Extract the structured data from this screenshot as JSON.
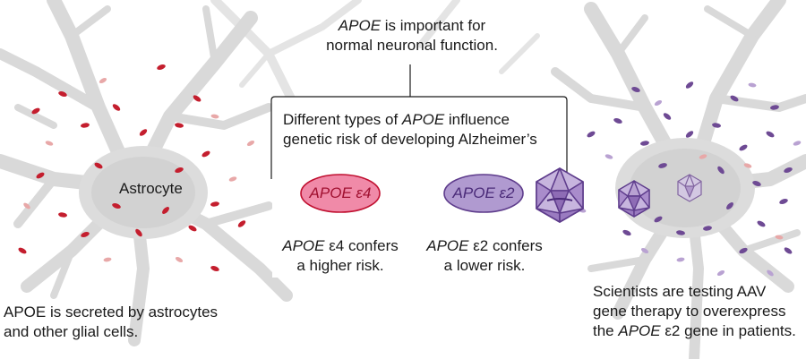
{
  "colors": {
    "red_dot": "#c41e2e",
    "pink_dot": "#e8a8a8",
    "purple_dot": "#6e4a94",
    "lavender_dot": "#b9a2d2",
    "cell_gray": "#d6d6d6",
    "e4_fill": "#f08aa8",
    "e4_stroke": "#c01030",
    "e4_text": "#a01030",
    "e2_fill": "#b09ad0",
    "e2_stroke": "#5e3c8c",
    "e2_text": "#4a2a78",
    "virus_stroke": "#5e3c8c"
  },
  "top_note": {
    "gene": "APOE",
    "line1_rest": " is important for",
    "line2": "normal neuronal function."
  },
  "box": {
    "line1_pre": "Different types of ",
    "gene": "APOE",
    "line1_post": " influence",
    "line2": "genetic risk of developing Alzheimer’s"
  },
  "astrocyte_label": "Astrocyte",
  "e4": {
    "pill_label": "APOE ε4",
    "gene": "APOE",
    "line1_rest": " ε4 confers",
    "line2": "a higher risk."
  },
  "e2": {
    "pill_label": "APOE ε2",
    "gene": "APOE",
    "line1_rest": " ε2 confers",
    "line2": "a lower risk."
  },
  "left_caption": {
    "line1": "APOE is secreted by astrocytes",
    "line2": "and other glial cells."
  },
  "right_caption": {
    "line1": "Scientists are testing AAV",
    "line2": "gene therapy to overexpress",
    "line3_pre": "the ",
    "gene": "APOE",
    "line3_post": " ε2 gene in patients."
  },
  "icons": [
    "astrocyte-cell",
    "neuron-cell",
    "aav-virus-icon"
  ]
}
